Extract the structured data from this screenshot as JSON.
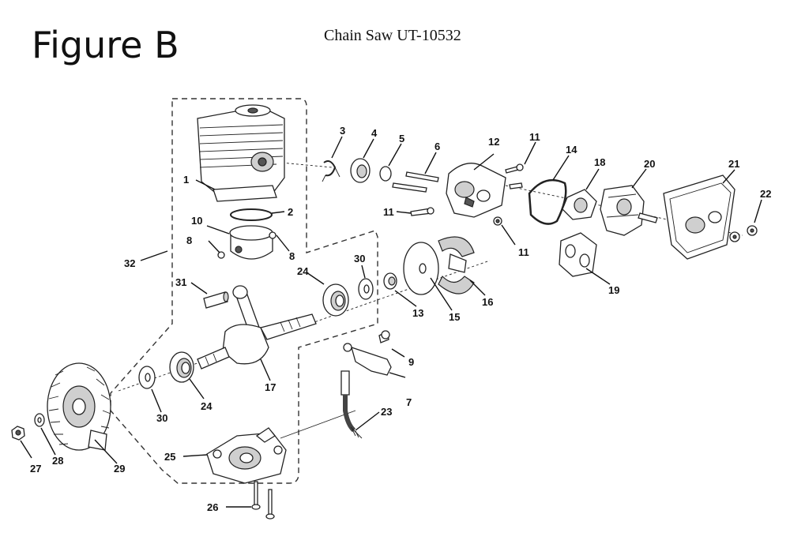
{
  "header": {
    "figure_title": "Figure B",
    "document_title": "Chain Saw UT-10532"
  },
  "callouts": {
    "c1": "1",
    "c2": "2",
    "c3": "3",
    "c4": "4",
    "c5": "5",
    "c6": "6",
    "c7": "7",
    "c8a": "8",
    "c8b": "8",
    "c9": "9",
    "c10": "10",
    "c11a": "11",
    "c11b": "11",
    "c11c": "11",
    "c12": "12",
    "c13": "13",
    "c14": "14",
    "c15": "15",
    "c16": "16",
    "c17": "17",
    "c18": "18",
    "c19": "19",
    "c20": "20",
    "c21": "21",
    "c22": "22",
    "c23": "23",
    "c24a": "24",
    "c24b": "24",
    "c25": "25",
    "c26": "26",
    "c27": "27",
    "c28": "28",
    "c29": "29",
    "c30a": "30",
    "c30b": "30",
    "c31": "31",
    "c32": "32"
  }
}
